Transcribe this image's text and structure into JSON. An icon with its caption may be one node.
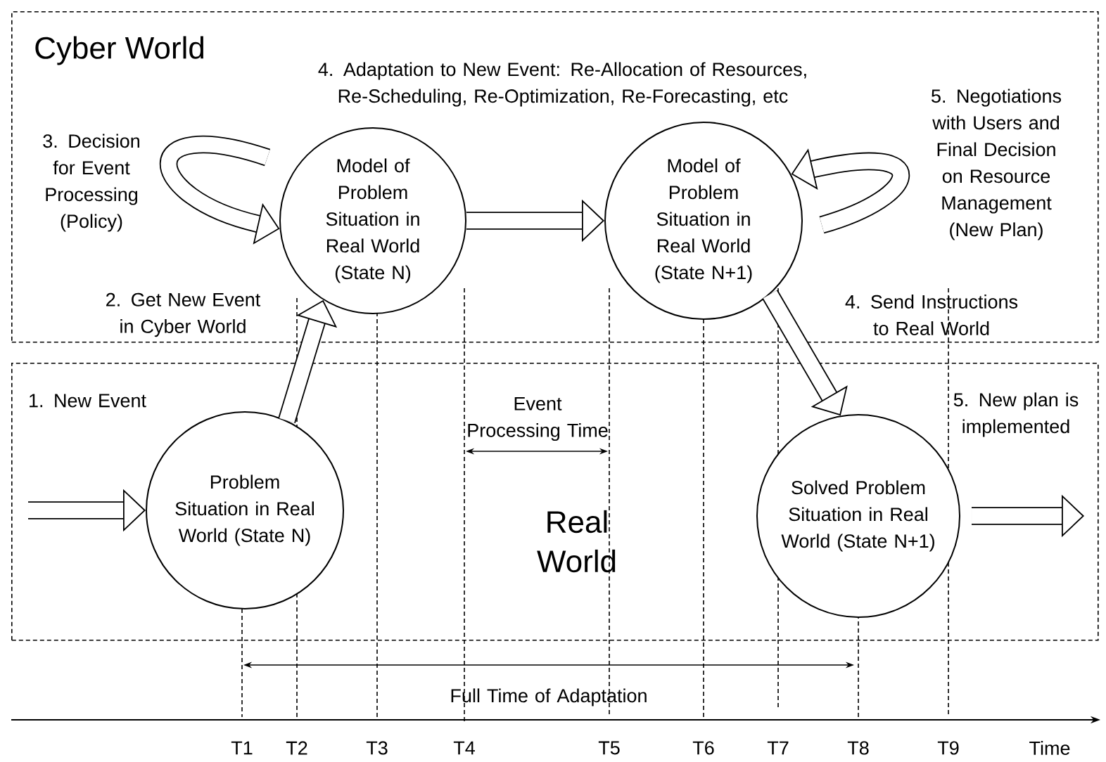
{
  "diagram": {
    "nodes": [
      {
        "text": [
          "Cyber World"
        ]
      },
      {
        "text": [
          "Real World"
        ]
      },
      {
        "text": [
          "Model of Problem Situation in Real World (State N)"
        ],
        "in": 0
      },
      {
        "text": [
          "Model of Problem Situation in Real World (State N+1)"
        ],
        "in": 0
      },
      {
        "text": [
          "Problem Situation in Real World (State N)"
        ],
        "in": 1
      },
      {
        "text": [
          "Solved Problem Situation in Real World (State N+1)"
        ],
        "in": 1
      }
    ],
    "edges": [
      {
        "from": null,
        "to": 4,
        "arrow": "to"
      },
      {
        "from": 4,
        "to": 2,
        "arrow": "to"
      },
      {
        "from": null,
        "to": 2,
        "arrow": "to"
      },
      {
        "from": 2,
        "to": 3,
        "arrow": "to"
      },
      {
        "from": null,
        "to": 3,
        "arrow": "to"
      },
      {
        "from": 3,
        "to": 5,
        "arrow": "to"
      },
      {
        "from": 5,
        "to": null,
        "arrow": "to"
      }
    ],
    "labels": [
      "4. Adaptation to New Event: Re-Allocation of Resources, Re-Scheduling, Re-Optimization, Re-Forecasting, etc",
      "3. Decision for Event Processing (Policy)",
      "5. Negotiations with Users and Final Decision on Resource Management (New Plan)",
      "2. Get New Event in Cyber World",
      "4. Send Instructions to Real World",
      "1. New Event",
      "Event Processing Time",
      "5. New plan is implemented",
      "Full Time of Adaptation",
      "T1",
      "T2",
      "T3",
      "T4",
      "T5",
      "T6",
      "T7",
      "T8",
      "T9",
      "Time"
    ]
  }
}
